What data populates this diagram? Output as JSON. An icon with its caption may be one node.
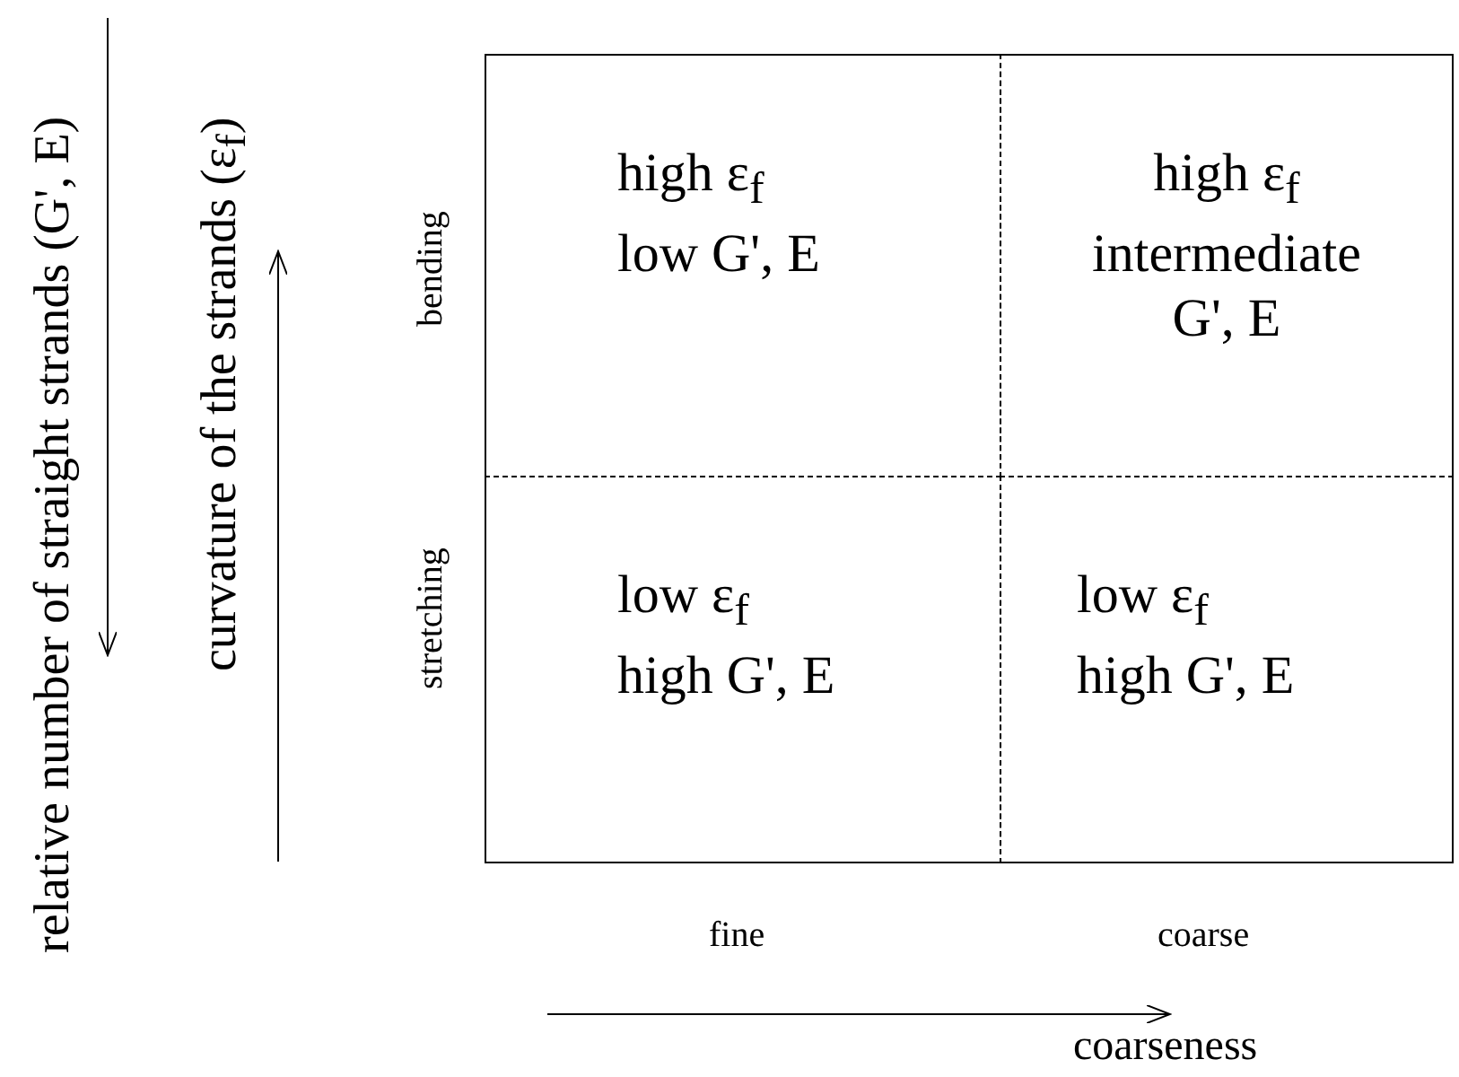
{
  "diagram": {
    "nodes": [
      {
        "text": [
          "high ε$_{f}$",
          "low G', E"
        ]
      },
      {
        "text": [
          "high ε$_{f}$",
          "intermediate G', E"
        ]
      },
      {
        "text": [
          "low ε$_{f}$",
          "high G', E"
        ]
      },
      {
        "text": [
          "low ε$_{f}$",
          "high G', E"
        ]
      }
    ],
    "edges": [],
    "labels": [
      "relative number of straight strands (G', E)",
      "curvature of the strands (ε$_{f}$)",
      "bending",
      "stretching",
      "fine",
      "coarse",
      "coarseness"
    ]
  }
}
